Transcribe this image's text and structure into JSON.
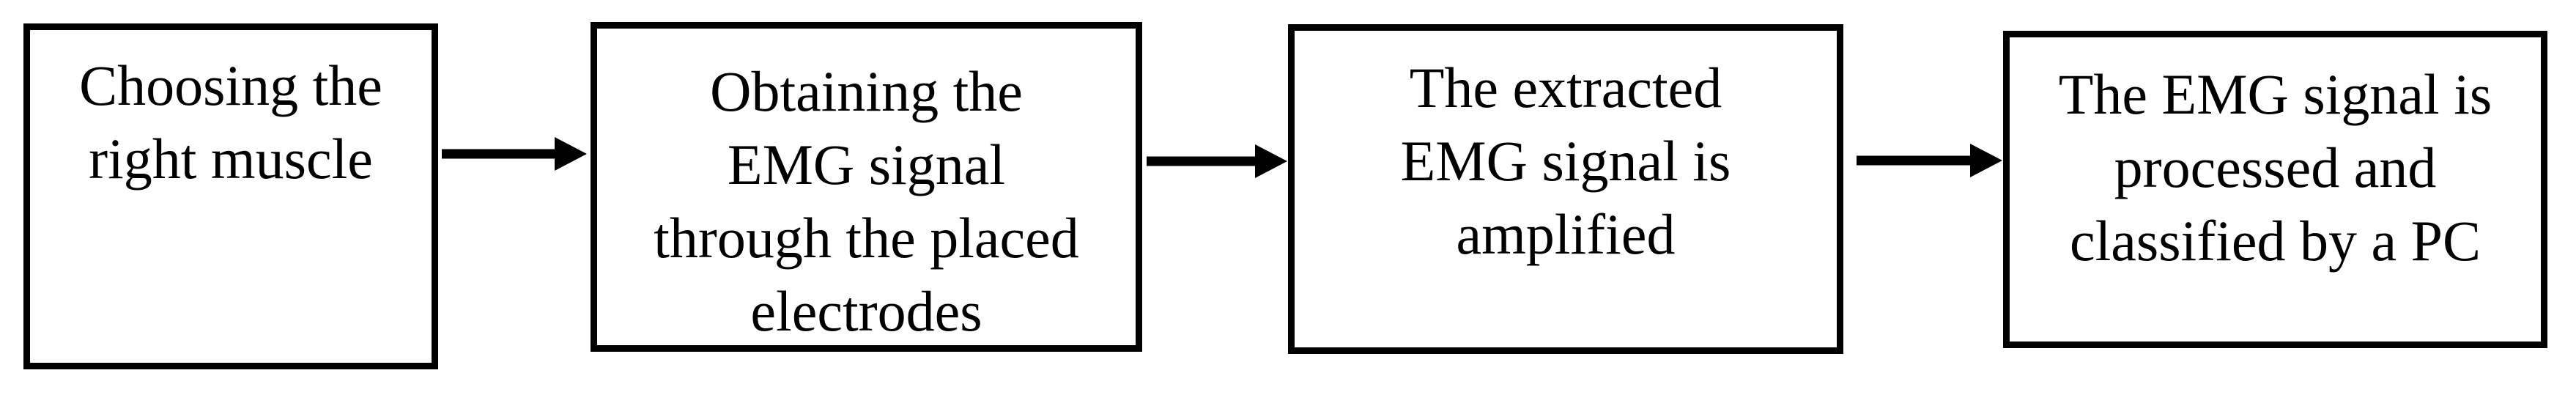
{
  "flowchart": {
    "description": "EMG signal acquisition and classification flowchart",
    "colors": {
      "ink": "#000000",
      "background": "#ffffff"
    },
    "steps": [
      {
        "id": 1,
        "lines": "Choosing the\nright muscle"
      },
      {
        "id": 2,
        "lines": "Obtaining the\nEMG signal\nthrough the placed\nelectrodes"
      },
      {
        "id": 3,
        "lines": "The extracted\nEMG signal is\namplified"
      },
      {
        "id": 4,
        "lines": "The EMG signal is\nprocessed and\nclassified by a PC"
      }
    ],
    "connectors": [
      {
        "from": 1,
        "to": 2,
        "icon": "arrow-right-icon"
      },
      {
        "from": 2,
        "to": 3,
        "icon": "arrow-right-icon"
      },
      {
        "from": 3,
        "to": 4,
        "icon": "arrow-right-icon"
      }
    ]
  }
}
